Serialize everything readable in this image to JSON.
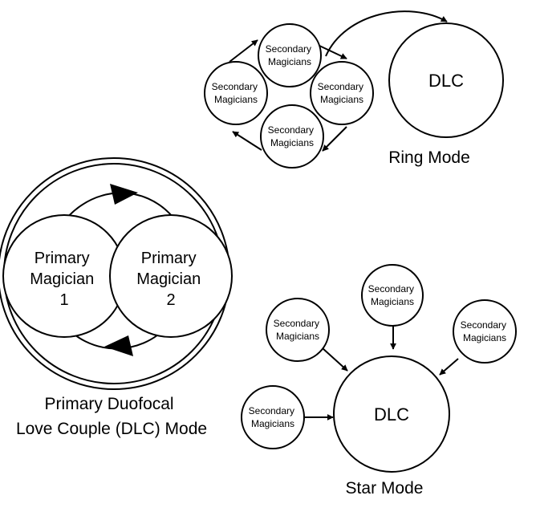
{
  "ring_mode": {
    "title": "Ring Mode",
    "dlc_label": "DLC",
    "secondary_top": [
      "Secondary",
      "Magicians"
    ],
    "secondary_right": [
      "Secondary",
      "Magicians"
    ],
    "secondary_bottom": [
      "Secondary",
      "Magicians"
    ],
    "secondary_left": [
      "Secondary",
      "Magicians"
    ]
  },
  "duofocal_mode": {
    "title_line1": "Primary Duofocal",
    "title_line2": "Love Couple (DLC) Mode",
    "primary_1": [
      "Primary",
      "Magician",
      "1"
    ],
    "primary_2": [
      "Primary",
      "Magician",
      "2"
    ]
  },
  "star_mode": {
    "title": "Star Mode",
    "dlc_label": "DLC",
    "secondary_top": [
      "Secondary",
      "Magicians"
    ],
    "secondary_upper_left": [
      "Secondary",
      "Magicians"
    ],
    "secondary_right": [
      "Secondary",
      "Magicians"
    ],
    "secondary_lower_left": [
      "Secondary",
      "Magicians"
    ]
  },
  "colors": {
    "ink": "#000000",
    "paper": "#ffffff"
  }
}
